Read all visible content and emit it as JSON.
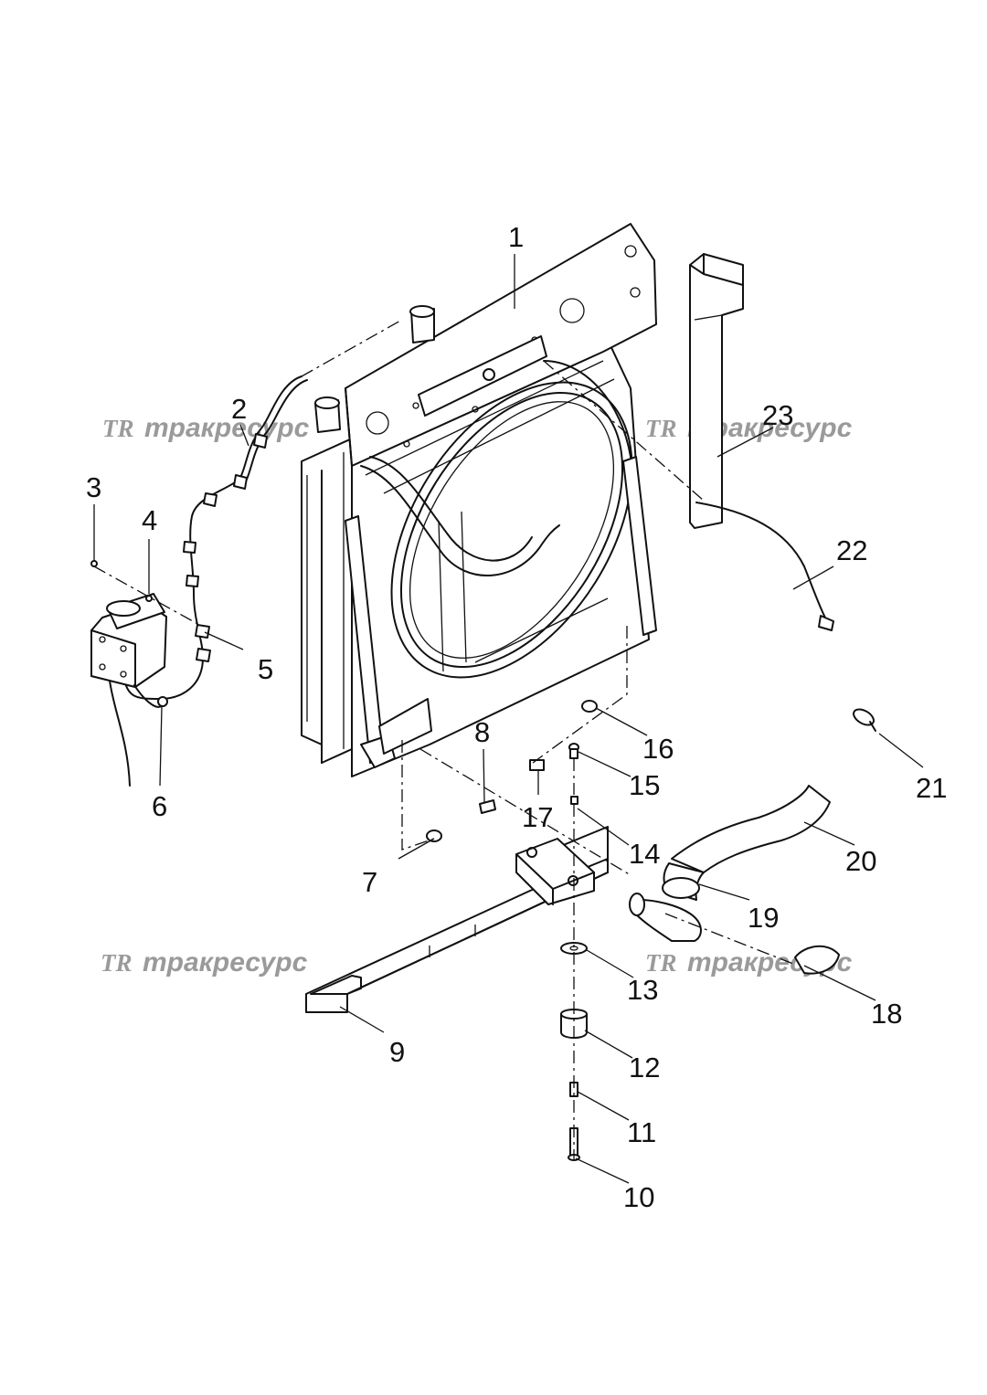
{
  "diagram": {
    "watermark_text": "тракресурс",
    "watermark_logo": "TR",
    "callouts": [
      "1",
      "2",
      "3",
      "4",
      "5",
      "6",
      "7",
      "8",
      "9",
      "10",
      "11",
      "12",
      "13",
      "14",
      "15",
      "16",
      "17",
      "18",
      "19",
      "20",
      "21",
      "22",
      "23"
    ]
  }
}
